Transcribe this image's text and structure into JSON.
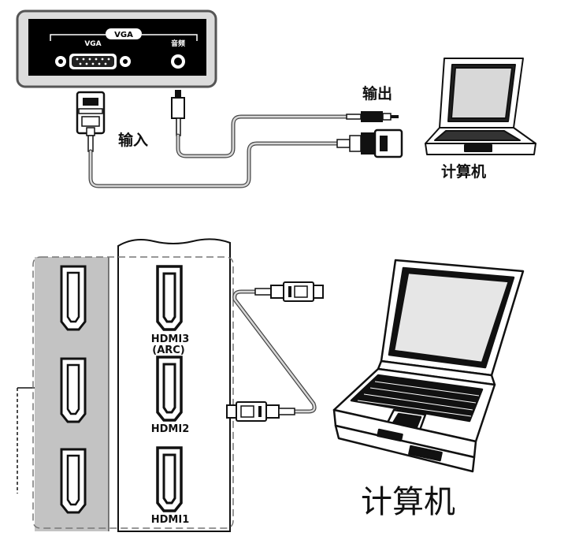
{
  "vga_section": {
    "panel_title": "VGA",
    "port_label_vga": "VGA",
    "port_label_audio": "音频",
    "input_label": "输入",
    "output_label": "输出",
    "computer_label": "计算机"
  },
  "hdmi_section": {
    "ports": [
      {
        "label_line1": "HDMI3",
        "label_line2": "(ARC)"
      },
      {
        "label_line1": "HDMI2",
        "label_line2": ""
      },
      {
        "label_line1": "HDMI1",
        "label_line2": ""
      }
    ],
    "computer_label": "计算机"
  }
}
